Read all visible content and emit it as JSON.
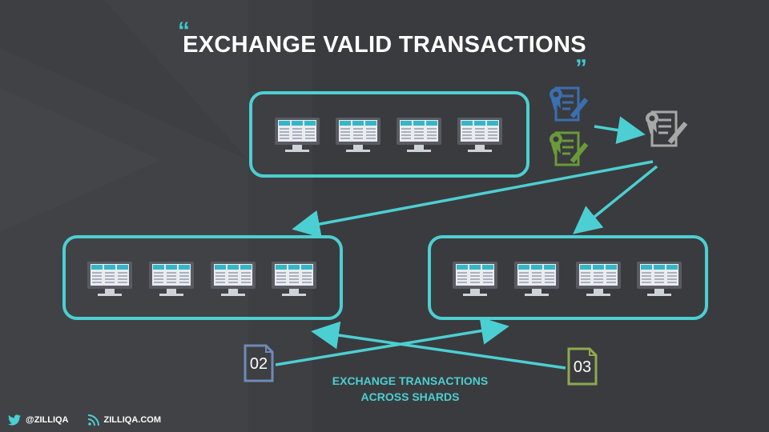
{
  "slide": {
    "title": "EXCHANGE VALID TRANSACTIONS",
    "quote_open": "“",
    "quote_close": "„"
  },
  "documents": {
    "doc_a": "02",
    "doc_b": "03"
  },
  "caption": {
    "line1": "EXCHANGE TRANSACTIONS",
    "line2": "ACROSS SHARDS"
  },
  "footer": {
    "twitter_handle": "@ZILLIQA",
    "website": "ZILLIQA.COM",
    "twitter_icon": "twitter-bird-icon",
    "feed_icon": "rss-feed-icon"
  },
  "colors": {
    "accent": "#4ccfd2",
    "background": "#3a3b3e",
    "cert_blue": "#3a6fb0",
    "cert_green": "#6b9a3a",
    "cert_gray": "#a8a8a8"
  }
}
